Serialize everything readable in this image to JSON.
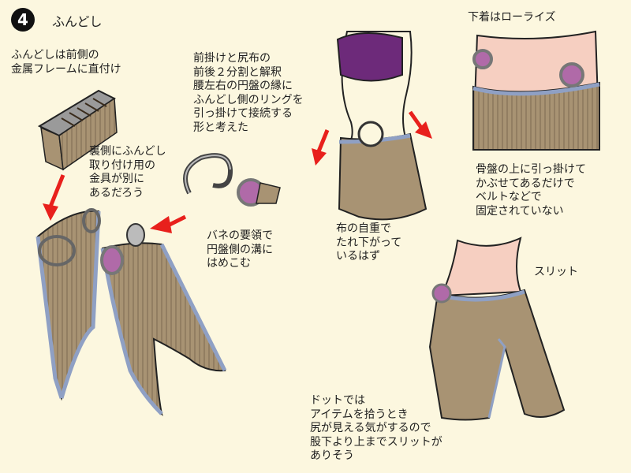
{
  "header": {
    "number": "4",
    "title": "ふんどし"
  },
  "notes": {
    "metal_frame": "ふんどしは前側の\n金属フレームに直付け",
    "fitting": "裏側にふんどし\n取り付け用の\n金具が別に\nあるだろう",
    "split": "前掛けと尻布の\n前後２分割と解釈\n腰左右の円盤の縁に\nふんどし側のリングを\n引っ掛けて接続する\n形と考えた",
    "spring": "バネの要領で\n円盤側の溝に\nはめこむ",
    "weight": "布の自重で\nたれ下がって\nいるはず",
    "lowrise": "下着はローライズ",
    "pelvis": "骨盤の上に引っ掛けて\nかぶせてあるだけで\nベルトなどで\n固定されていない",
    "slit": "スリット",
    "dot": "ドットでは\nアイテムを拾うとき\n尻が見える気がするので\n股下より上までスリットが\nありそう"
  },
  "colors": {
    "cloth": "#a89373",
    "trim": "#8fa0c4",
    "disc": "#b06aa8",
    "arrow": "#e8201c",
    "skin": "#f6cfc1",
    "bra": "#6d2a7a"
  }
}
